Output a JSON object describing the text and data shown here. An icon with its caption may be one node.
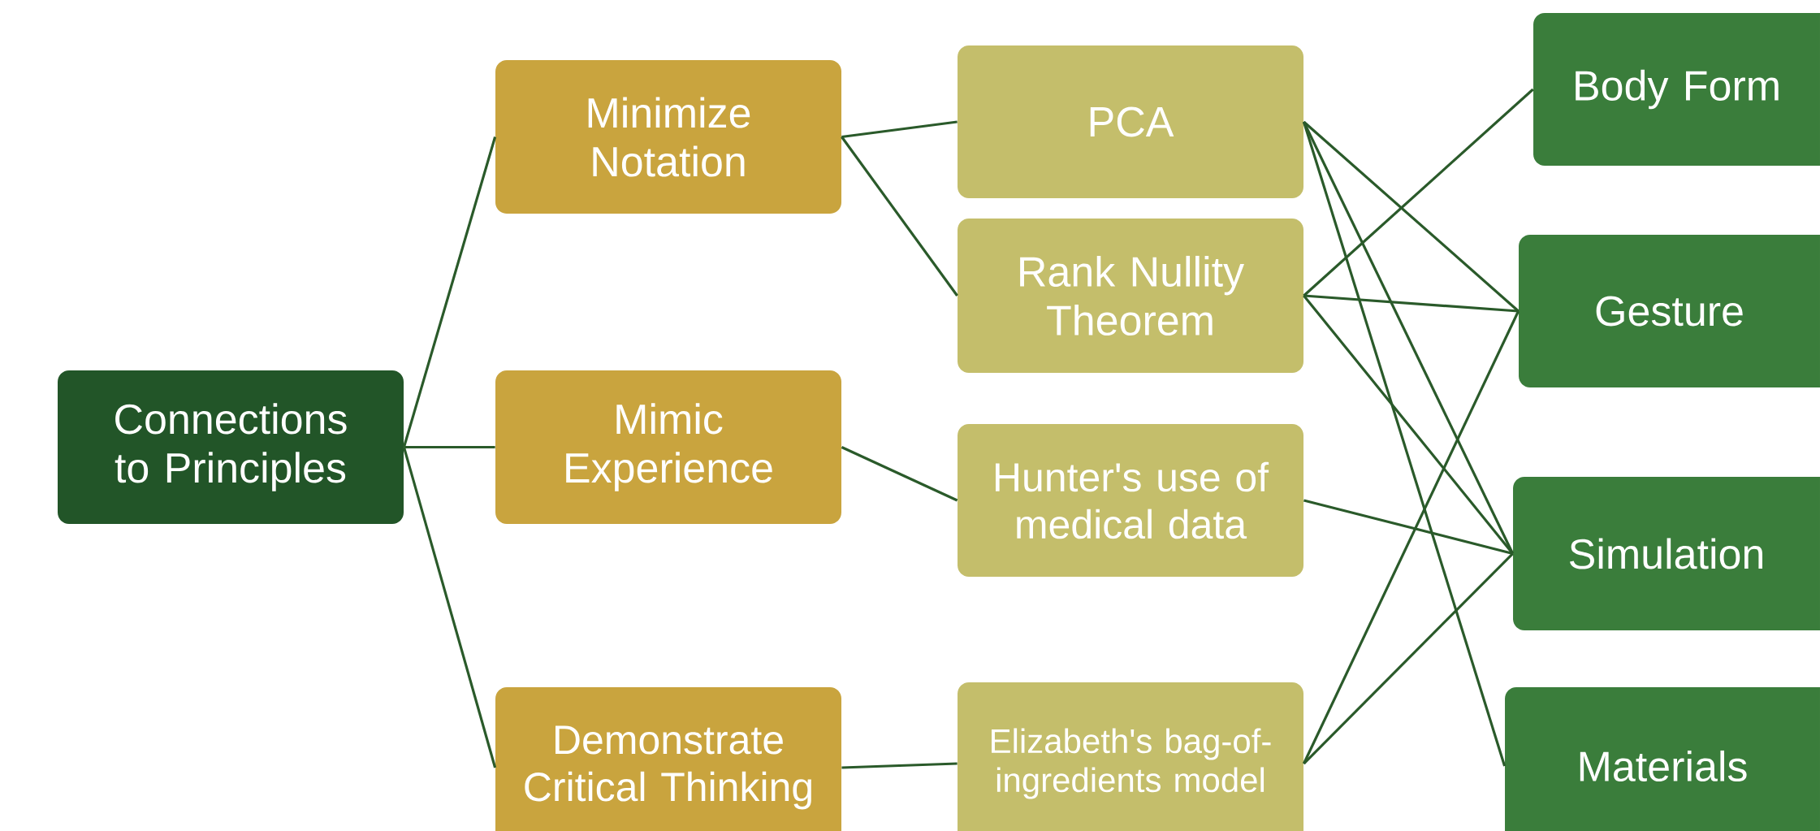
{
  "diagram": {
    "nodes": [
      {
        "text": [
          "Connections to Principles"
        ]
      },
      {
        "text": [
          "Minimize Notation"
        ]
      },
      {
        "text": [
          "Mimic Experience"
        ]
      },
      {
        "text": [
          "Demonstrate Critical Thinking"
        ]
      },
      {
        "text": [
          "PCA"
        ]
      },
      {
        "text": [
          "Rank Nullity Theorem"
        ]
      },
      {
        "text": [
          "Hunter's use of medical data"
        ]
      },
      {
        "text": [
          "Elizabeth's bag-of-ingredients model"
        ]
      },
      {
        "text": [
          "Body Form"
        ]
      },
      {
        "text": [
          "Gesture"
        ]
      },
      {
        "text": [
          "Simulation"
        ]
      },
      {
        "text": [
          "Materials"
        ]
      }
    ],
    "edges": [
      {
        "from": 0,
        "to": 1,
        "arrow": "none"
      },
      {
        "from": 0,
        "to": 2,
        "arrow": "none"
      },
      {
        "from": 0,
        "to": 3,
        "arrow": "none"
      },
      {
        "from": 1,
        "to": 4,
        "arrow": "none"
      },
      {
        "from": 1,
        "to": 5,
        "arrow": "none"
      },
      {
        "from": 2,
        "to": 6,
        "arrow": "none"
      },
      {
        "from": 3,
        "to": 7,
        "arrow": "none"
      },
      {
        "from": 4,
        "to": 9,
        "arrow": "none"
      },
      {
        "from": 4,
        "to": 10,
        "arrow": "none"
      },
      {
        "from": 4,
        "to": 11,
        "arrow": "none"
      },
      {
        "from": 5,
        "to": 8,
        "arrow": "none"
      },
      {
        "from": 5,
        "to": 9,
        "arrow": "none"
      },
      {
        "from": 5,
        "to": 10,
        "arrow": "none"
      },
      {
        "from": 6,
        "to": 10,
        "arrow": "none"
      },
      {
        "from": 7,
        "to": 9,
        "arrow": "none"
      },
      {
        "from": 7,
        "to": 10,
        "arrow": "none"
      }
    ]
  }
}
